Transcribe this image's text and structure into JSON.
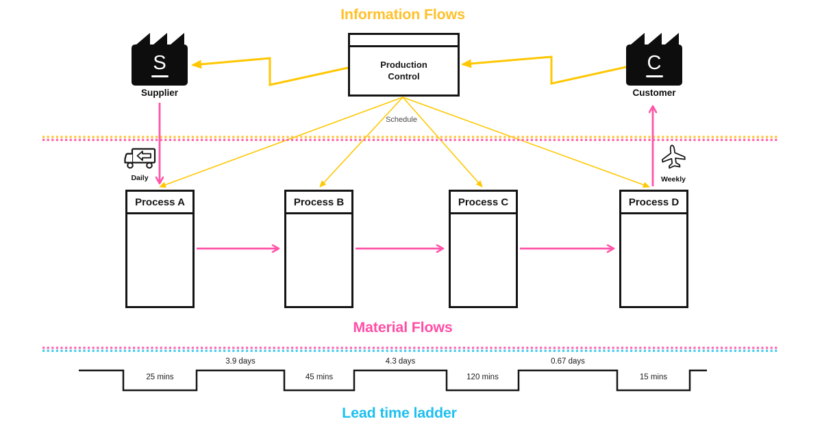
{
  "titles": {
    "information_flows": "Information Flows",
    "material_flows": "Material Flows",
    "lead_time_ladder": "Lead time ladder"
  },
  "colors": {
    "information_yellow": "#FFC12B",
    "material_pink": "#FF4FA6",
    "leadtime_cyan": "#1FC0F0",
    "arrow_yellow": "#FFC702",
    "arrow_pink": "#FF54A8",
    "divider_yellow": "#FFC53A",
    "divider_pink": "#FF63AC",
    "divider_cyan": "#49CCF2",
    "ink": "#141414",
    "schedule_gray": "#4A4A4A",
    "background": "#FFFFFF"
  },
  "nodes": {
    "supplier": {
      "label": "Supplier",
      "monogram": "S"
    },
    "customer": {
      "label": "Customer",
      "monogram": "C"
    },
    "production_control": {
      "label": "Production Control"
    },
    "processes": [
      {
        "label": "Process A"
      },
      {
        "label": "Process B"
      },
      {
        "label": "Process C"
      },
      {
        "label": "Process D"
      }
    ]
  },
  "annotations": {
    "schedule": "Schedule",
    "inbound_frequency": "Daily",
    "outbound_frequency": "Weekly"
  },
  "lead_time_ladder": {
    "segments": [
      {
        "kind": "process-time",
        "label": "25 mins"
      },
      {
        "kind": "lead-time",
        "label": "3.9 days"
      },
      {
        "kind": "process-time",
        "label": "45 mins"
      },
      {
        "kind": "lead-time",
        "label": "4.3 days"
      },
      {
        "kind": "process-time",
        "label": "120 mins"
      },
      {
        "kind": "lead-time",
        "label": "0.67 days"
      },
      {
        "kind": "process-time",
        "label": "15 mins"
      }
    ]
  }
}
